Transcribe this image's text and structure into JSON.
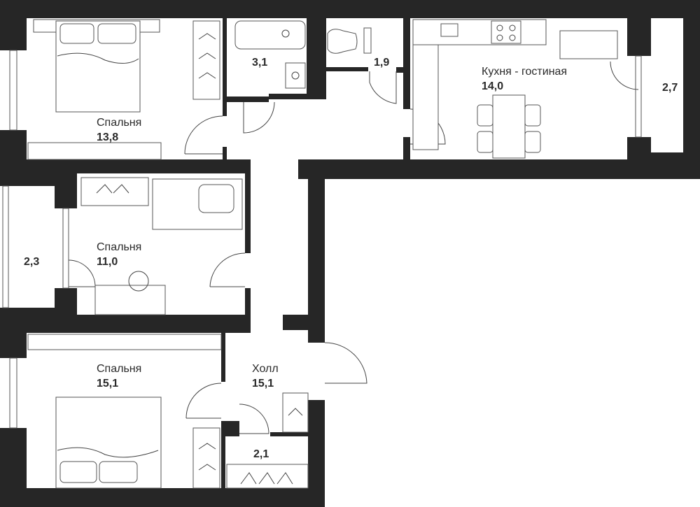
{
  "rooms": [
    {
      "id": "bedroom-1",
      "name": "Спальня",
      "area": "13,8"
    },
    {
      "id": "bathroom",
      "name": "",
      "area": "3,1"
    },
    {
      "id": "toilet",
      "name": "",
      "area": "1,9"
    },
    {
      "id": "kitchen-living",
      "name": "Кухня - гостиная",
      "area": "14,0"
    },
    {
      "id": "balcony-east",
      "name": "",
      "area": "2,7"
    },
    {
      "id": "balcony-west",
      "name": "",
      "area": "2,3"
    },
    {
      "id": "bedroom-2",
      "name": "Спальня",
      "area": "11,0"
    },
    {
      "id": "bedroom-3",
      "name": "Спальня",
      "area": "15,1"
    },
    {
      "id": "hall",
      "name": "Холл",
      "area": "15,1"
    },
    {
      "id": "storage",
      "name": "",
      "area": "2,1"
    }
  ],
  "colors": {
    "wall": "#262626",
    "background": "#ffffff",
    "line": "#444444"
  }
}
